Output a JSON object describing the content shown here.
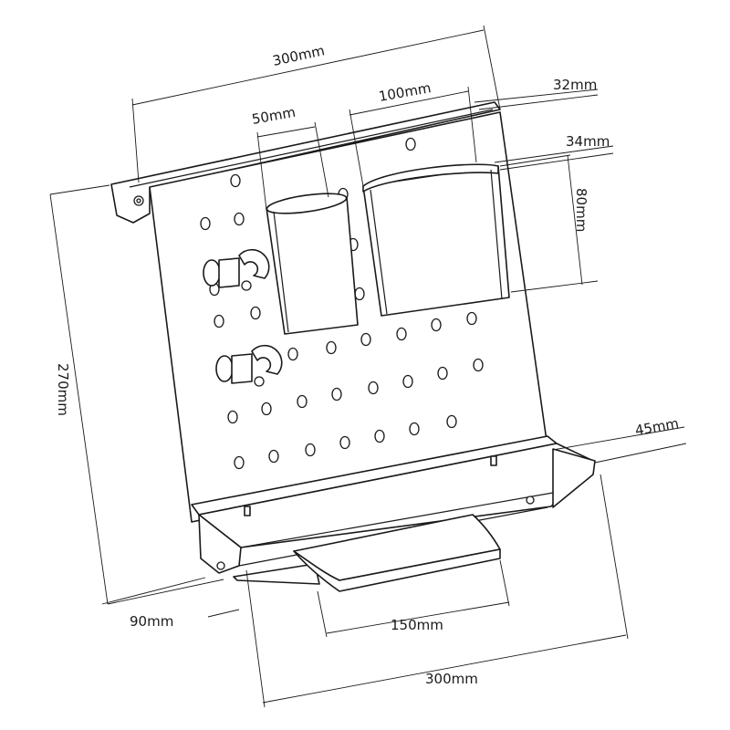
{
  "dimensions": {
    "top_width": "300mm",
    "cup_small_width": "50mm",
    "cup_large_width": "100mm",
    "large_cup_top_depth": "32mm",
    "large_cup_depth": "34mm",
    "large_cup_height": "80mm",
    "board_height": "270mm",
    "shelf_lip": "45mm",
    "shelf_depth": "90mm",
    "tray_width": "150mm",
    "shelf_width": "300mm"
  },
  "colors": {
    "line": "#1a1a1a",
    "background": "#ffffff"
  }
}
